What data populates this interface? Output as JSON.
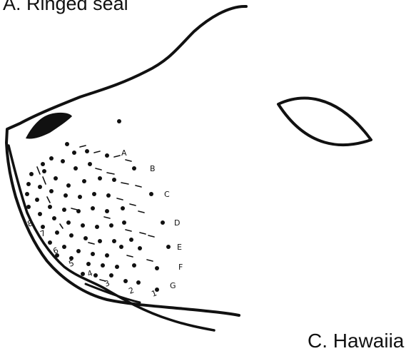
{
  "panel_title": "A. Ringed seal",
  "caption_partial": "C. Hawaiia",
  "row_labels": [
    "A",
    "B",
    "C",
    "D",
    "E",
    "F",
    "G"
  ],
  "column_labels": [
    "1",
    "2",
    "3",
    "4",
    "5",
    "6",
    "7",
    "8"
  ]
}
